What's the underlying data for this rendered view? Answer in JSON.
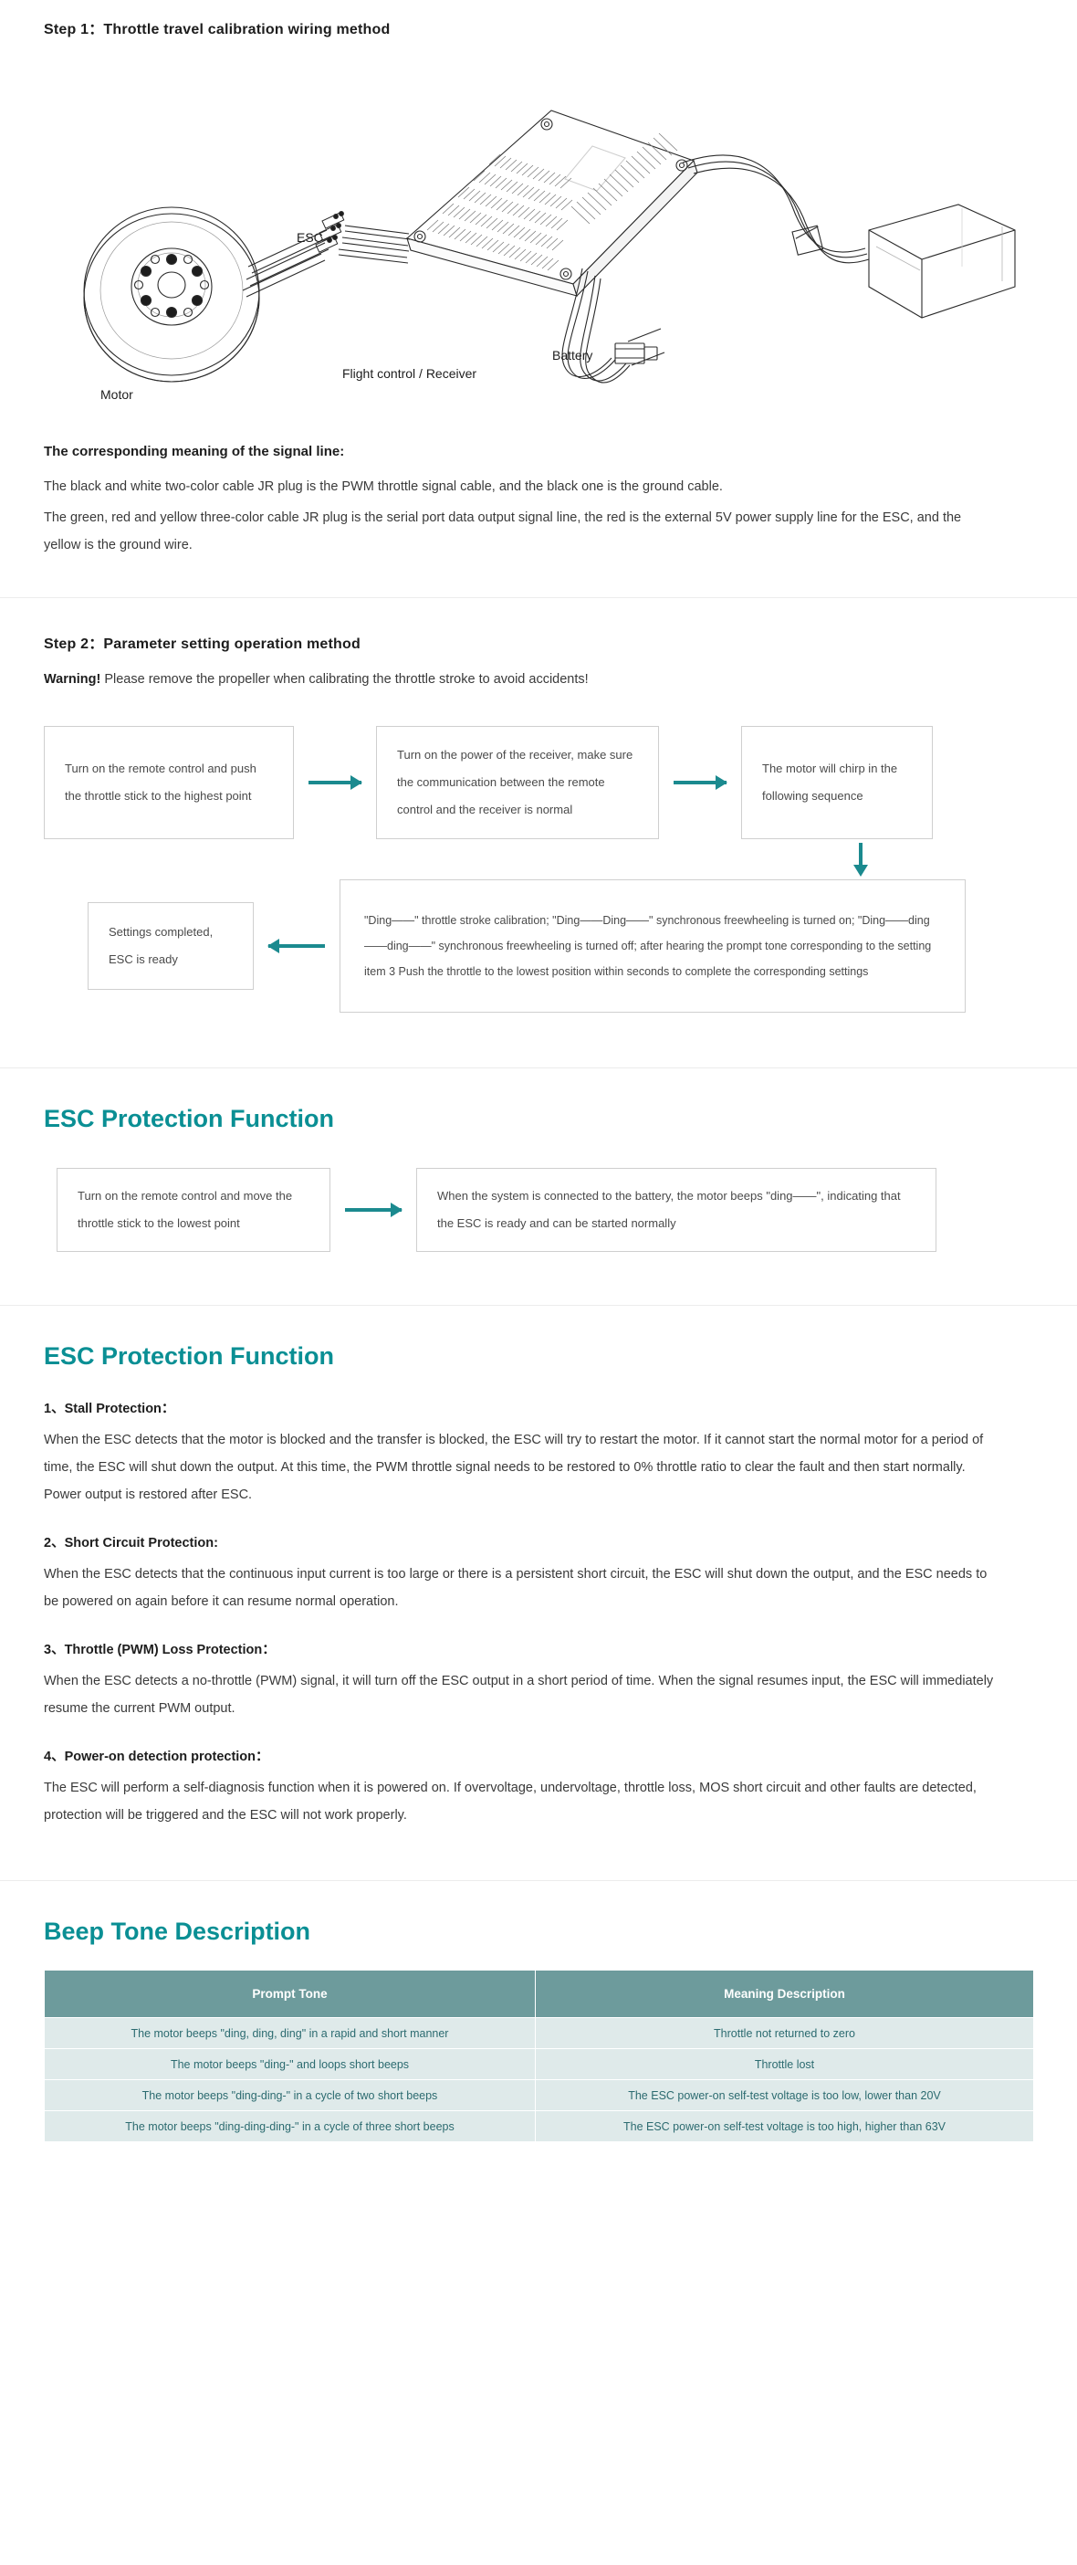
{
  "meta": {
    "accent_teal": "#0a8f94",
    "arrow_teal": "#1b8a8f",
    "table_header_bg": "#6d9b9c",
    "table_cell_bg": "#dfeaea",
    "table_cell_text": "#2c6b70"
  },
  "step1": {
    "title": "Step 1：Throttle travel calibration wiring method",
    "diagram_labels": {
      "esc": "ESC",
      "motor": "Motor",
      "receiver": "Flight control / Receiver",
      "battery": "Battery"
    }
  },
  "signal_line": {
    "heading": "The corresponding meaning of the signal line:",
    "paragraphs": [
      "The black and white two-color cable JR plug is the PWM throttle signal cable, and the black one is the ground cable.",
      "The green, red and yellow three-color cable JR plug is the serial port data output signal line, the red is the external 5V power supply line for the ESC, and the yellow is the ground wire."
    ]
  },
  "step2": {
    "title": "Step 2：Parameter setting operation method",
    "warning_bold": "Warning!",
    "warning_text": " Please remove the propeller when calibrating the throttle stroke to avoid accidents!",
    "flow": {
      "box1": "Turn on the remote control and push the throttle stick to the highest point",
      "box2": "Turn on the power of the receiver, make sure the communication between the remote control and the receiver is normal",
      "box3": "The motor will chirp in the following sequence",
      "box4": "\"Ding——\" throttle stroke calibration; \"Ding——Ding——\" synchronous freewheeling is turned on; \"Ding——ding——ding——\" synchronous freewheeling is turned off; after hearing the prompt tone corresponding to the setting item 3 Push the throttle to the lowest position within seconds to complete the corresponding settings",
      "box5": "Settings completed, ESC is ready"
    }
  },
  "protection_flow": {
    "heading": "ESC Protection Function",
    "box1": "Turn on the remote control and move the throttle stick to the lowest point",
    "box2": "When the system is connected to the battery, the motor beeps \"ding——\", indicating that the ESC is ready and can be started normally"
  },
  "protection_list": {
    "heading": "ESC Protection Function",
    "items": [
      {
        "title": "1、Stall Protection：",
        "body": "When the ESC detects that the motor is blocked and the transfer is blocked, the ESC will try to restart the motor. If it cannot start the normal motor for a period of time, the ESC will shut down the output. At this time, the PWM throttle signal needs to be restored to 0% throttle ratio to clear the fault and then start normally. Power output is restored after ESC."
      },
      {
        "title": "2、Short Circuit Protection:",
        "body": "When the ESC detects that the continuous input current is too large or there is a persistent short circuit, the ESC will shut down the output, and the ESC needs to be powered on again before it can resume normal operation."
      },
      {
        "title": "3、Throttle (PWM) Loss Protection：",
        "body": "When the ESC detects a no-throttle (PWM) signal, it will turn off the ESC output in a short period of time. When the signal resumes input, the ESC will immediately resume the current PWM output."
      },
      {
        "title": "4、Power-on detection protection：",
        "body": "The ESC will perform a self-diagnosis function when it is powered on. If overvoltage, undervoltage, throttle loss, MOS short circuit and other faults are detected, protection will be triggered and the ESC will not work properly."
      }
    ]
  },
  "beep": {
    "heading": "Beep Tone Description",
    "columns": [
      "Prompt Tone",
      "Meaning Description"
    ],
    "rows": [
      [
        "The motor beeps \"ding, ding, ding\" in a rapid and short manner",
        "Throttle not returned to zero"
      ],
      [
        "The motor beeps \"ding-\" and loops short beeps",
        "Throttle lost"
      ],
      [
        "The motor beeps \"ding-ding-\" in a cycle of two short beeps",
        "The ESC power-on self-test voltage is too low, lower than 20V"
      ],
      [
        "The motor beeps \"ding-ding-ding-\" in a cycle of three short beeps",
        "The ESC power-on self-test voltage is too high, higher than 63V"
      ]
    ]
  }
}
